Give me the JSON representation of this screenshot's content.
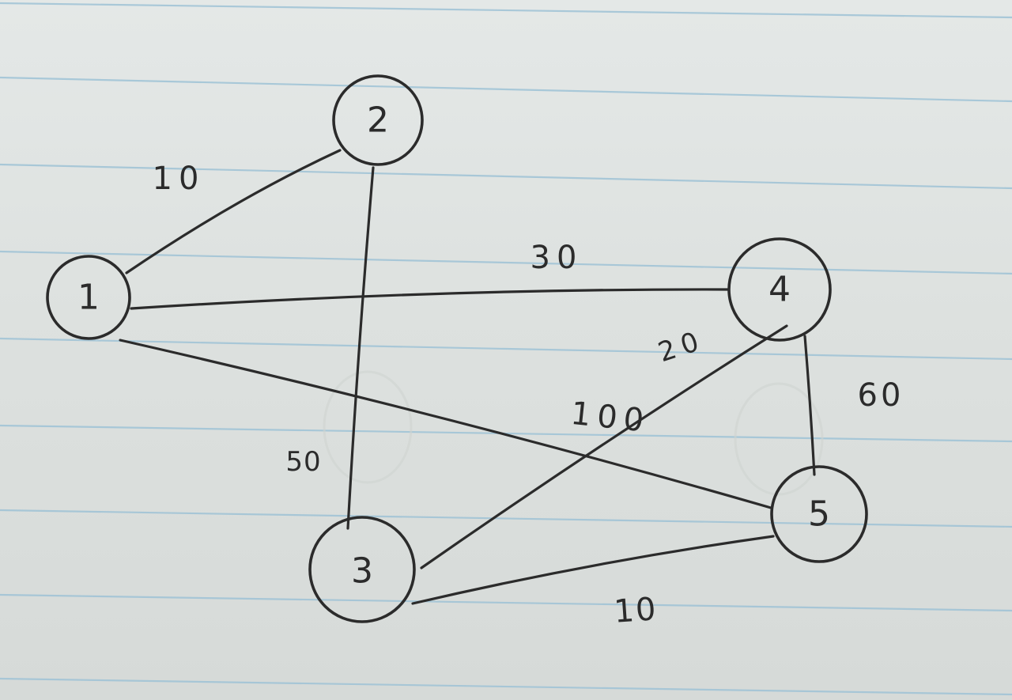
{
  "graph": {
    "nodes": [
      {
        "id": "1",
        "label": "1"
      },
      {
        "id": "2",
        "label": "2"
      },
      {
        "id": "3",
        "label": "3"
      },
      {
        "id": "4",
        "label": "4"
      },
      {
        "id": "5",
        "label": "5"
      }
    ],
    "edges": [
      {
        "from": "1",
        "to": "2",
        "weight": "10"
      },
      {
        "from": "1",
        "to": "4",
        "weight": "30"
      },
      {
        "from": "1",
        "to": "5",
        "weight": "100"
      },
      {
        "from": "2",
        "to": "3",
        "weight": "50"
      },
      {
        "from": "4",
        "to": "3",
        "weight": "20"
      },
      {
        "from": "4",
        "to": "5",
        "weight": "60"
      },
      {
        "from": "5",
        "to": "3",
        "weight": "10"
      }
    ]
  },
  "colors": {
    "ink": "#2b2b2b",
    "paper": "#dfe3e2",
    "rule_line": "#9fc3d6"
  }
}
